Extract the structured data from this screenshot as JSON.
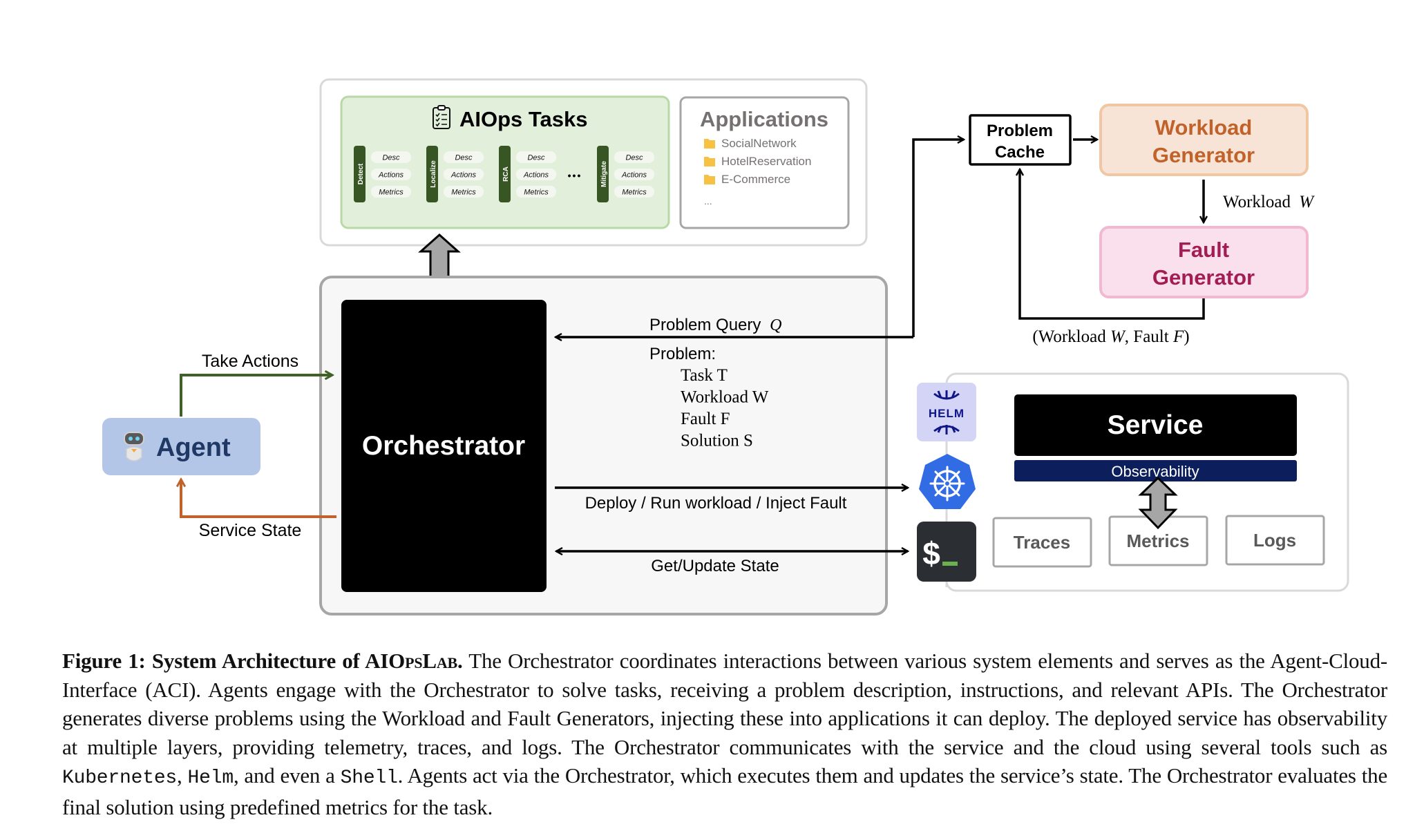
{
  "aiops_tasks": {
    "title": "AIOps Tasks",
    "icon": "clipboard-checklist-icon",
    "tasks": [
      {
        "name": "Detect",
        "fields": [
          "Desc",
          "Actions",
          "Metrics"
        ]
      },
      {
        "name": "Localize",
        "fields": [
          "Desc",
          "Actions",
          "Metrics"
        ]
      },
      {
        "name": "RCA",
        "fields": [
          "Desc",
          "Actions",
          "Metrics"
        ]
      },
      {
        "name": "Mitigate",
        "fields": [
          "Desc",
          "Actions",
          "Metrics"
        ]
      }
    ],
    "ellipsis": "•••"
  },
  "applications": {
    "title": "Applications",
    "items": [
      "SocialNetwork",
      "HotelReservation",
      "E-Commerce"
    ],
    "more": "..."
  },
  "orchestrator": {
    "label": "Orchestrator"
  },
  "agent": {
    "label": "Agent",
    "icon": "robot-icon"
  },
  "edges": {
    "take_actions": "Take Actions",
    "service_state": "Service State",
    "problem_query": "Problem Query",
    "problem_query_symbol": "Q",
    "deploy": "Deploy / Run workload / Inject Fault",
    "get_update": "Get/Update State",
    "workload_w": "Workload",
    "workload_w_symbol": "W",
    "feedback_open": "(Workload ",
    "feedback_w": "W",
    "feedback_mid": ", Fault ",
    "feedback_f": "F",
    "feedback_close": ")"
  },
  "problem": {
    "header": "Problem:",
    "items": [
      "Task T",
      "Workload W",
      "Fault F",
      "Solution S"
    ]
  },
  "problem_cache": {
    "line1": "Problem",
    "line2": "Cache"
  },
  "workload_generator": {
    "line1": "Workload",
    "line2": "Generator"
  },
  "fault_generator": {
    "line1": "Fault",
    "line2": "Generator"
  },
  "tools": {
    "helm_label": "HELM",
    "shell_prompt": "$"
  },
  "service": {
    "label": "Service",
    "observability": "Observability",
    "telemetry": [
      "Traces",
      "Metrics",
      "Logs"
    ]
  },
  "colors": {
    "tasks_bg": "#e2efda",
    "tasks_border": "#b8d8a6",
    "task_bar": "#375623",
    "take_actions": "#3f6128",
    "service_state": "#c0622a",
    "agent_bg": "#b4c6e7",
    "agent_text": "#1f3864",
    "workload_bg": "#f8e4d6",
    "workload_border": "#f1c6a2",
    "workload_text": "#c0622a",
    "fault_bg": "#f9e0ec",
    "fault_border": "#f2b8d2",
    "fault_text": "#a31d55",
    "observability_bg": "#0c1f5c",
    "k8s_blue": "#326ce5",
    "helm_bg": "#d4d4f7",
    "helm_fg": "#0f1689",
    "shell_bg": "#2b2f33",
    "shell_cursor": "#6ab04c",
    "folder": "#f7c244"
  },
  "caption": {
    "label": "Figure 1: System Architecture of ",
    "name_a": "AIO",
    "name_b": "ps",
    "name_c": "L",
    "name_d": "ab",
    "name_end": ".",
    "s1": " The Orchestrator coordinates interactions between various system elements and serves as the Agent-Cloud-Interface (ACI). Agents engage with the Orchestrator to solve tasks, receiving a problem description, instructions, and relevant APIs. The Orchestrator generates diverse problems using the Workload and Fault Generators, injecting these into applications it can deploy. The deployed service has observability at multiple layers, providing telemetry, traces, and logs. The Orchestrator communicates with the service and the cloud using several tools such as ",
    "code1": "Kubernetes",
    "s2": ", ",
    "code2": "Helm",
    "s3": ", and even a ",
    "code3": "Shell",
    "s4": ". Agents act via the Orchestrator, which executes them and updates the service’s state. The Orchestrator evaluates the final solution using predefined metrics for the task."
  }
}
